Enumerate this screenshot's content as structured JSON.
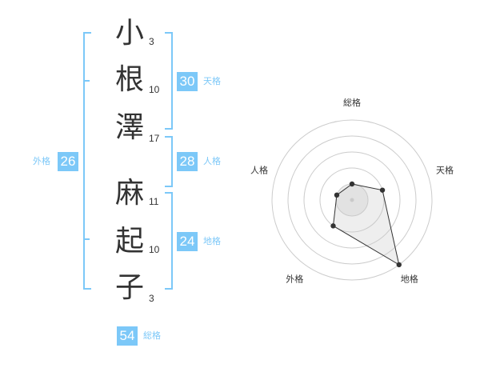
{
  "name": [
    {
      "char": "小",
      "strokes": "3"
    },
    {
      "char": "根",
      "strokes": "10"
    },
    {
      "char": "澤",
      "strokes": "17"
    },
    {
      "char": "麻",
      "strokes": "11"
    },
    {
      "char": "起",
      "strokes": "10"
    },
    {
      "char": "子",
      "strokes": "3"
    }
  ],
  "kaku": {
    "tenkaku": {
      "value": "30",
      "label": "天格"
    },
    "jinkaku": {
      "value": "28",
      "label": "人格"
    },
    "chikaku": {
      "value": "24",
      "label": "地格"
    },
    "gaikaku": {
      "value": "26",
      "label": "外格"
    },
    "soukaku": {
      "value": "54",
      "label": "総格"
    }
  },
  "chart_data": {
    "type": "radar",
    "axes": [
      "総格",
      "天格",
      "地格",
      "外格",
      "人格"
    ],
    "values": [
      1,
      2,
      5,
      2,
      1
    ],
    "rmax": 5,
    "rings": 5,
    "colors": {
      "accent": "#7cc8f8",
      "fill": "#eeeeee",
      "line": "#333333"
    }
  }
}
